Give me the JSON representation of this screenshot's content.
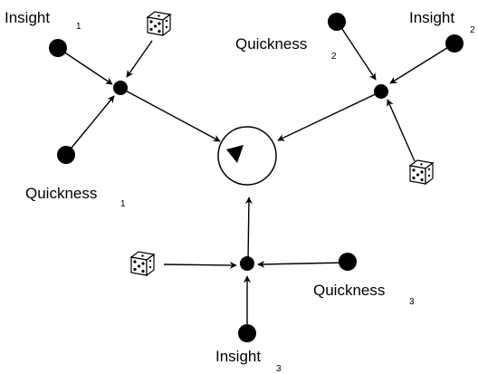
{
  "diagram": {
    "labels": {
      "insight_1": {
        "text": "Insight",
        "sub": "1"
      },
      "insight_2": {
        "text": "Insight",
        "sub": "2"
      },
      "insight_3": {
        "text": "Insight",
        "sub": "3"
      },
      "quickness_1": {
        "text": "Quickness",
        "sub": "1"
      },
      "quickness_2": {
        "text": "Quickness",
        "sub": "2"
      },
      "quickness_3": {
        "text": "Quickness",
        "sub": "3"
      }
    },
    "icons": {
      "dice": "dice-icon",
      "center": "play-triangle-icon"
    },
    "colors": {
      "ink": "#000000",
      "background": "#ffffff"
    }
  }
}
